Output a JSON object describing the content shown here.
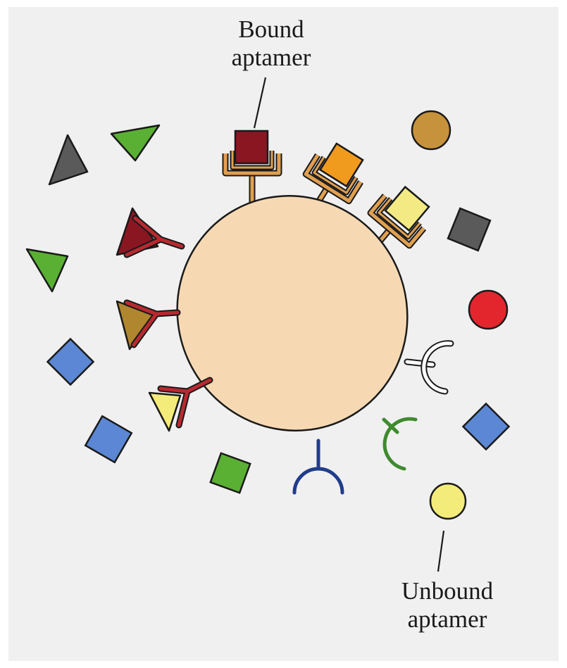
{
  "labels": {
    "bound_line1": "Bound",
    "bound_line2": "aptamer",
    "unbound_line1": "Unbound",
    "unbound_line2": "aptamer"
  },
  "colors": {
    "background": "#f0f0f0",
    "cell": "#f6d9b3",
    "outline": "#1a1a1a",
    "aptamer_bound": "#e0a050",
    "aptamer_red": "#b82a30",
    "aptamer_white": "#ffffff",
    "aptamer_green": "#3f8a2f",
    "aptamer_blue": "#1f3d8a",
    "dark_red": "#8a1622",
    "orange": "#f09a1e",
    "pale_yellow": "#f3ea84",
    "gray": "#5a5a5a",
    "green": "#5ab033",
    "blue": "#5b87d4",
    "red": "#e3262e",
    "tan": "#c7923c",
    "olive_brown": "#b0862f",
    "yellow": "#f4ec7a"
  },
  "diagram": {
    "cell": "ellipse",
    "bound_aptamers": [
      {
        "shape": "square",
        "color": "dark_red"
      },
      {
        "shape": "square",
        "color": "orange"
      },
      {
        "shape": "square",
        "color": "pale_yellow"
      },
      {
        "shape": "triangle",
        "color": "dark_red"
      },
      {
        "shape": "triangle",
        "color": "olive_brown"
      },
      {
        "shape": "triangle",
        "color": "yellow"
      }
    ],
    "unbound_aptamers": [
      "white",
      "green",
      "blue"
    ],
    "free_targets": [
      {
        "shape": "triangle",
        "color": "gray"
      },
      {
        "shape": "triangle",
        "color": "green"
      },
      {
        "shape": "triangle",
        "color": "green"
      },
      {
        "shape": "square",
        "color": "blue"
      },
      {
        "shape": "square",
        "color": "blue"
      },
      {
        "shape": "square",
        "color": "green"
      },
      {
        "shape": "circle",
        "color": "tan"
      },
      {
        "shape": "square",
        "color": "gray"
      },
      {
        "shape": "circle",
        "color": "red"
      },
      {
        "shape": "square",
        "color": "blue"
      },
      {
        "shape": "circle",
        "color": "yellow"
      }
    ]
  }
}
